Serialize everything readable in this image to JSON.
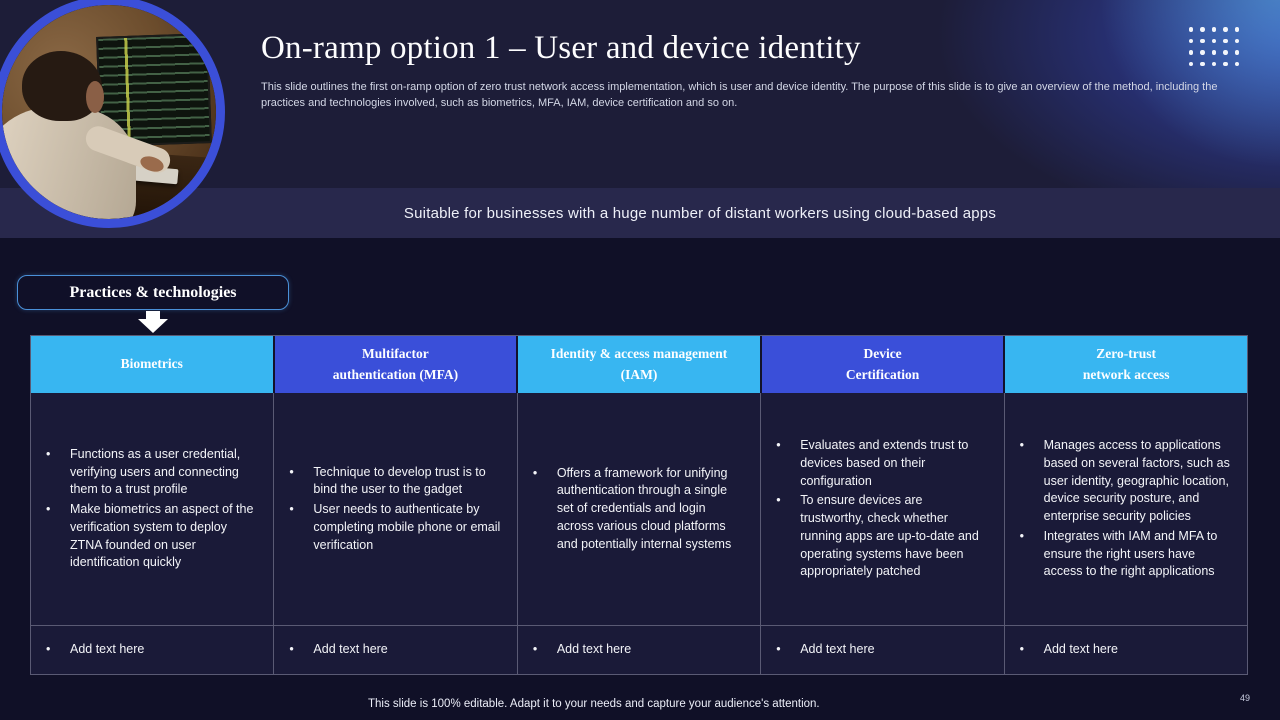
{
  "slide": {
    "title": "On-ramp option 1 – User and device identity",
    "subtitle": "This slide outlines the first on-ramp option of zero trust network access implementation, which is user and device identity. The purpose of this slide is to give an overview of the method, including the practices and technologies involved, such as biometrics, MFA, IAM,  device certification and so on.",
    "banner": "Suitable for businesses with a huge number of distant workers using cloud-based apps",
    "label_button": "Practices & technologies",
    "footer": "This slide is 100% editable. Adapt it to your needs and capture your audience's attention.",
    "page_number": "49"
  },
  "table": {
    "add_text_label": "Add text here",
    "columns": [
      {
        "header": "Biometrics",
        "variant": "light",
        "bullets": [
          "Functions as a user credential, verifying users and connecting them to a trust profile",
          "Make biometrics an aspect of the verification system to deploy ZTNA founded on user identification quickly"
        ]
      },
      {
        "header": "Multifactor\nauthentication (MFA)",
        "variant": "royal",
        "bullets": [
          "Technique to develop trust is to bind the user to the gadget",
          "User needs to authenticate by completing mobile phone or email verification"
        ]
      },
      {
        "header": "Identity & access management\n(IAM)",
        "variant": "light",
        "bullets": [
          "Offers a framework for unifying authentication through a single set of credentials and login across various cloud platforms and potentially internal systems"
        ]
      },
      {
        "header": "Device\nCertification",
        "variant": "royal",
        "bullets": [
          "Evaluates and extends trust to devices based on their configuration",
          "To ensure devices are trustworthy, check whether running apps are up-to-date and operating systems have been appropriately patched"
        ]
      },
      {
        "header": "Zero-trust\nnetwork access",
        "variant": "light",
        "bullets": [
          "Manages access to applications based on several factors, such as user identity, geographic location, device security posture, and enterprise security policies",
          "Integrates with IAM and MFA to ensure the right users have access to the right applications"
        ]
      }
    ]
  },
  "decor": {
    "dots_rows": 4,
    "dots_cols": 5
  },
  "colors": {
    "bg_top": "#1d1d38",
    "bg_banner": "#28284c",
    "bg_main": "#101027",
    "accent_light_blue": "#38b6f1",
    "accent_royal_blue": "#3a4fd9",
    "ring_blue": "#3b4fd8",
    "button_border_blue": "#4a90d8",
    "cell_bg": "#1a1a38",
    "text_white": "#f3f4f8"
  }
}
